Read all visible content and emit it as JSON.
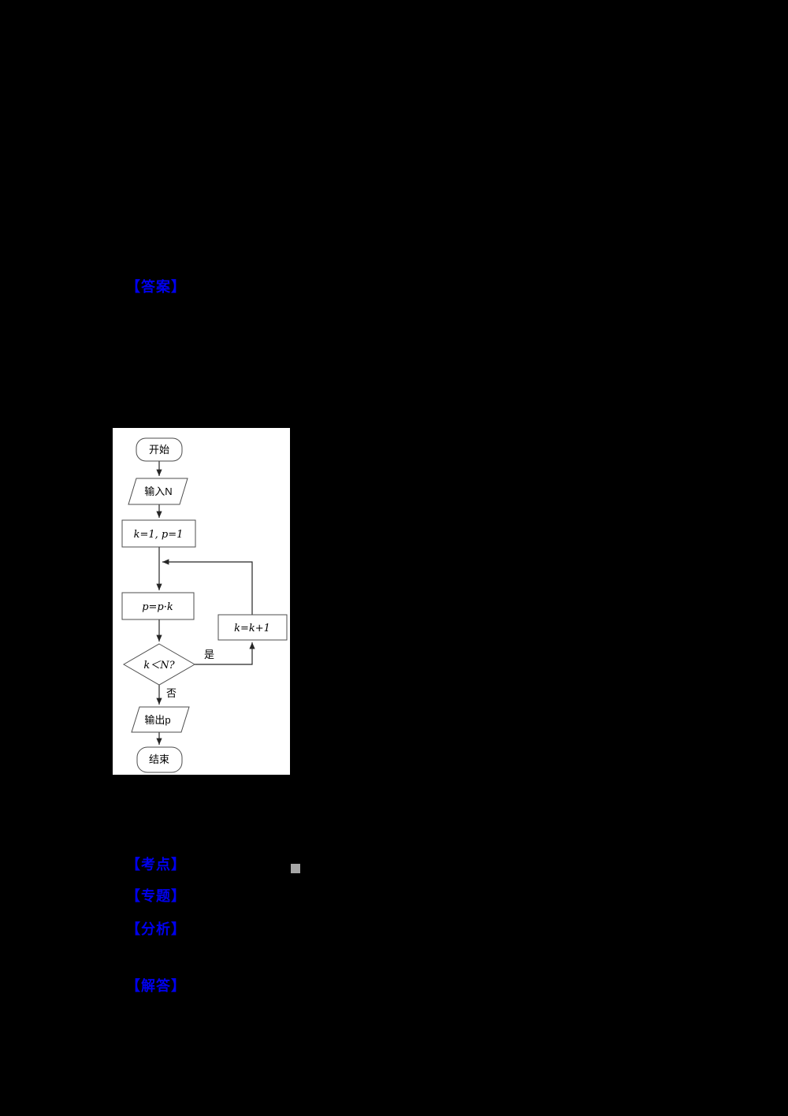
{
  "page": {
    "background": "#000000",
    "accent_blue": "#0000ee",
    "marker_square_color": "#a6a6a6"
  },
  "labels": {
    "answer": "【答案】",
    "kaodian": "【考点】",
    "zhuanti": "【专题】",
    "fenxi": "【分析】",
    "jieda": "【解答】"
  },
  "flowchart": {
    "start": "开始",
    "input": "输入N",
    "init": "k=1, p=1",
    "multiply": "p=p·k",
    "increment": "k=k+1",
    "condition": "k＜N?",
    "yes": "是",
    "no": "否",
    "output": "输出p",
    "end": "结束"
  }
}
